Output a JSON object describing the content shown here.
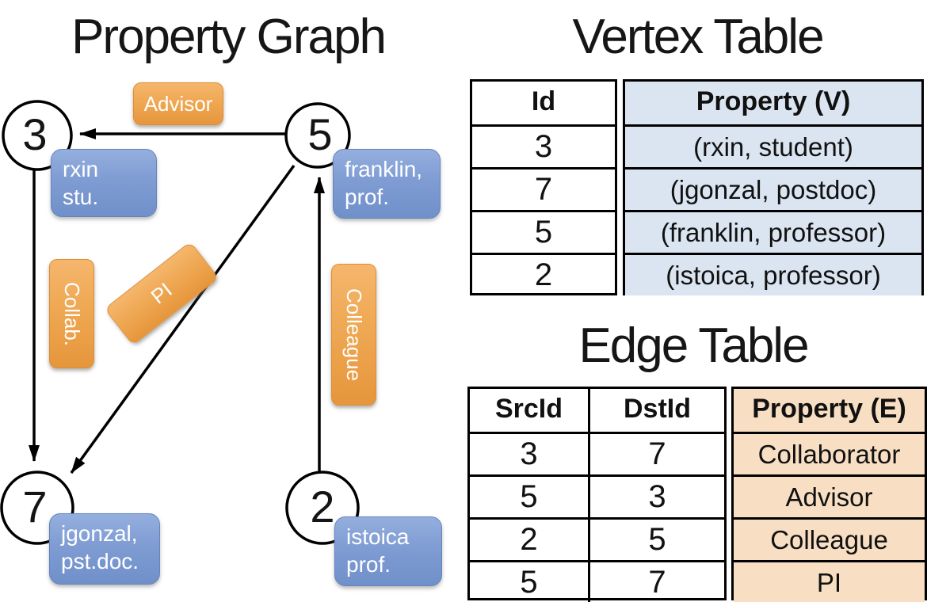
{
  "titles": {
    "graph": "Property Graph",
    "vertex": "Vertex Table",
    "edge": "Edge Table"
  },
  "graph": {
    "nodes": [
      {
        "id": "3"
      },
      {
        "id": "5"
      },
      {
        "id": "7"
      },
      {
        "id": "2"
      }
    ],
    "vertex_labels": [
      {
        "node": "3",
        "line1": "rxin",
        "line2": "stu."
      },
      {
        "node": "5",
        "line1": "franklin,",
        "line2": "prof."
      },
      {
        "node": "7",
        "line1": "jgonzal,",
        "line2": "pst.doc."
      },
      {
        "node": "2",
        "line1": "istoica",
        "line2": "prof."
      }
    ],
    "edge_labels": [
      {
        "text": "Advisor",
        "edge": "5-3"
      },
      {
        "text": "Collab.",
        "edge": "3-7"
      },
      {
        "text": "PI",
        "edge": "5-7"
      },
      {
        "text": "Colleague",
        "edge": "2-5"
      }
    ]
  },
  "vertex_table": {
    "columns": {
      "id": "Id",
      "property": "Property (V)"
    },
    "rows": [
      {
        "id": "3",
        "property": "(rxin, student)"
      },
      {
        "id": "7",
        "property": "(jgonzal, postdoc)"
      },
      {
        "id": "5",
        "property": "(franklin, professor)"
      },
      {
        "id": "2",
        "property": "(istoica, professor)"
      }
    ]
  },
  "edge_table": {
    "columns": {
      "src": "SrcId",
      "dst": "DstId",
      "property": "Property (E)"
    },
    "rows": [
      {
        "src": "3",
        "dst": "7",
        "property": "Collaborator"
      },
      {
        "src": "5",
        "dst": "3",
        "property": "Advisor"
      },
      {
        "src": "2",
        "dst": "5",
        "property": "Colleague"
      },
      {
        "src": "5",
        "dst": "7",
        "property": "PI"
      }
    ]
  },
  "colors": {
    "edge_label_orange": "#efa853",
    "vertex_label_blue": "#7f9cd3",
    "vertex_table_fill": "#dbe5f1",
    "edge_table_fill": "#f8dfc3",
    "line_black": "#000000"
  }
}
